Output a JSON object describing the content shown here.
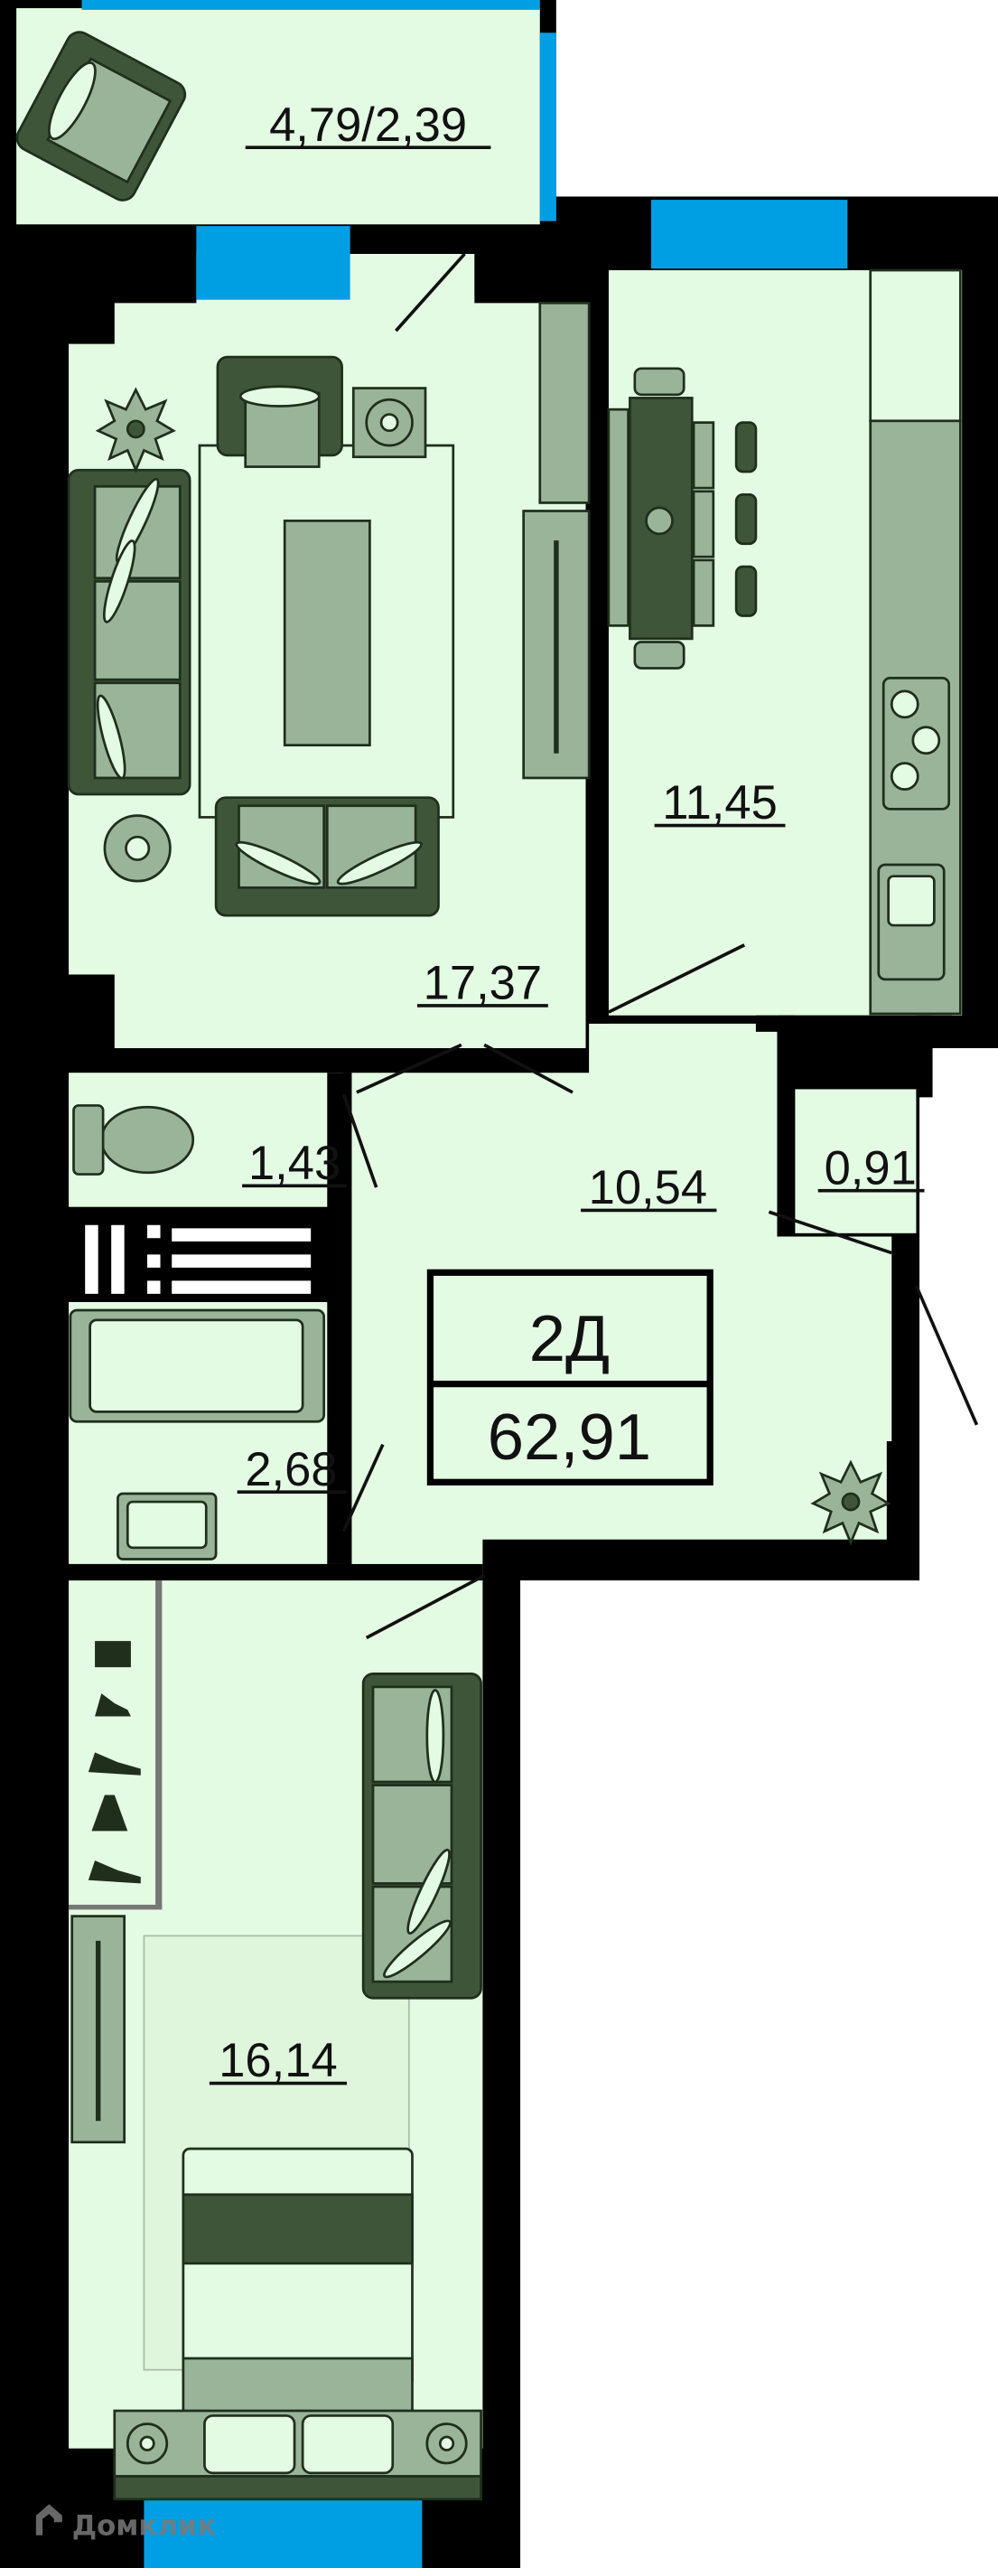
{
  "plan": {
    "type_label": "2Д",
    "total_area": "62,91",
    "rooms": {
      "balcony": "4,79/2,39",
      "living_room": "17,37",
      "kitchen": "11,45",
      "toilet": "1,43",
      "hallway": "10,54",
      "storage": "0,91",
      "bathroom": "2,68",
      "bedroom": "16,14"
    }
  },
  "watermark": "Домклик",
  "colors": {
    "floor": "#e4fbe3",
    "furniture_dark": "#3f553a",
    "furniture_mid": "#9ab49a",
    "window": "#009fe3",
    "wall": "#000000"
  }
}
